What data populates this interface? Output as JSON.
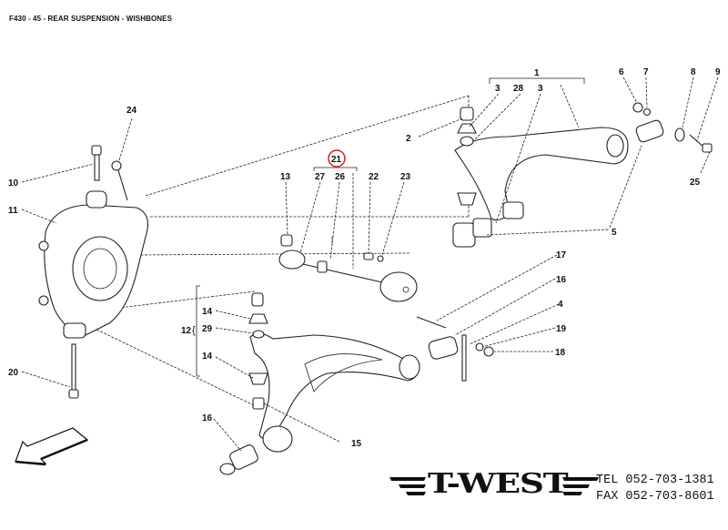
{
  "header": {
    "title": "F430 - 45 - REAR SUSPENSION - WISHBONES"
  },
  "diagram": {
    "highlight_color": "#d81e1e",
    "highlighted_part": "21",
    "labels": [
      {
        "id": "1",
        "text": "1"
      },
      {
        "id": "2",
        "text": "2"
      },
      {
        "id": "3a",
        "text": "3"
      },
      {
        "id": "28",
        "text": "28"
      },
      {
        "id": "3b",
        "text": "3"
      },
      {
        "id": "6",
        "text": "6"
      },
      {
        "id": "7",
        "text": "7"
      },
      {
        "id": "8",
        "text": "8"
      },
      {
        "id": "9",
        "text": "9"
      },
      {
        "id": "25",
        "text": "25"
      },
      {
        "id": "5",
        "text": "5"
      },
      {
        "id": "24",
        "text": "24"
      },
      {
        "id": "10",
        "text": "10"
      },
      {
        "id": "11",
        "text": "11"
      },
      {
        "id": "21",
        "text": "21"
      },
      {
        "id": "13",
        "text": "13"
      },
      {
        "id": "27",
        "text": "27"
      },
      {
        "id": "26",
        "text": "26"
      },
      {
        "id": "22",
        "text": "22"
      },
      {
        "id": "23",
        "text": "23"
      },
      {
        "id": "17",
        "text": "17"
      },
      {
        "id": "16a",
        "text": "16"
      },
      {
        "id": "4",
        "text": "4"
      },
      {
        "id": "19",
        "text": "19"
      },
      {
        "id": "18",
        "text": "18"
      },
      {
        "id": "14a",
        "text": "14"
      },
      {
        "id": "12",
        "text": "12"
      },
      {
        "id": "29",
        "text": "29"
      },
      {
        "id": "14b",
        "text": "14"
      },
      {
        "id": "20",
        "text": "20"
      },
      {
        "id": "16b",
        "text": "16"
      },
      {
        "id": "15",
        "text": "15"
      }
    ],
    "direction_arrow": "front-direction-arrow"
  },
  "footer": {
    "logo": "T-WEST",
    "tel_label": "TEL 052-703-1381",
    "fax_label": "FAX 052-703-8601"
  }
}
